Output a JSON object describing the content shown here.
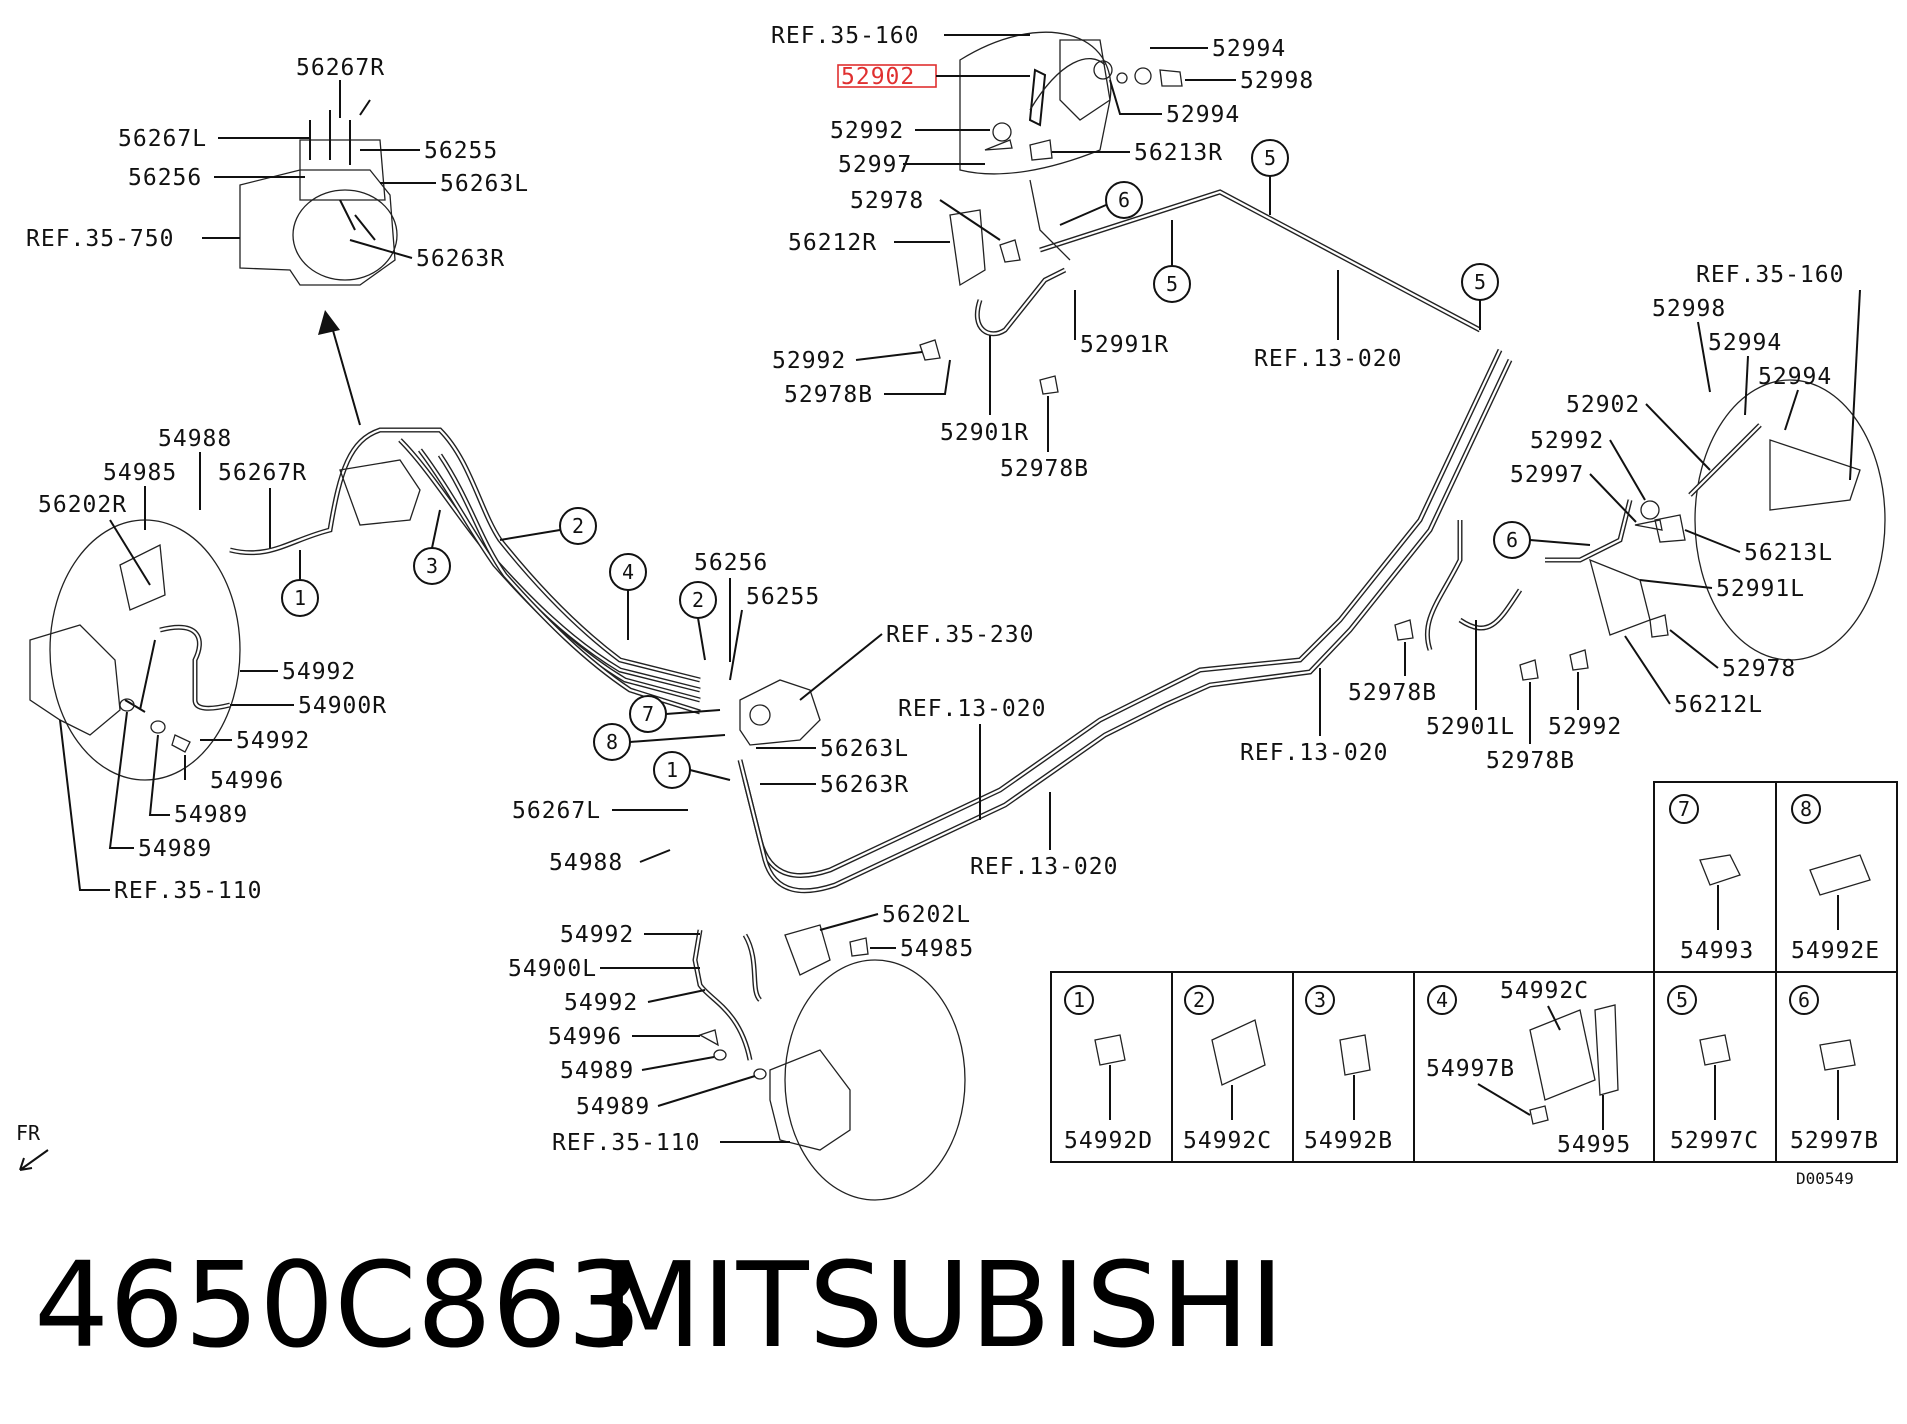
{
  "diagram_code": "D00549",
  "footer": {
    "part_number": "4650C863",
    "brand": "MITSUBISHI"
  },
  "direction_label": "FR",
  "highlighted_part": "52902",
  "labels": {
    "abs_56267R": "56267R",
    "abs_56267L": "56267L",
    "abs_56255": "56255",
    "abs_56256": "56256",
    "abs_56263L": "56263L",
    "abs_ref_35_750": "REF.35-750",
    "abs_56263R": "56263R",
    "tr_ref_35_160": "REF.35-160",
    "tr_52994_a": "52994",
    "tr_52902": "52902",
    "tr_52998": "52998",
    "tr_52994_b": "52994",
    "tr_52992_a": "52992",
    "tr_52997": "52997",
    "tr_56213R": "56213R",
    "tr_52978": "52978",
    "tr_56212R": "56212R",
    "tr_52992_b": "52992",
    "tr_52991R": "52991R",
    "tr_52978B_a": "52978B",
    "tr_52901R": "52901R",
    "tr_52978B_b": "52978B",
    "mid_ref_13_020_a": "REF.13-020",
    "rr_ref_35_160": "REF.35-160",
    "rr_52998": "52998",
    "rr_52994_a": "52994",
    "rr_52994_b": "52994",
    "rr_52902": "52902",
    "rr_52992": "52992",
    "rr_52997": "52997",
    "rr_56213L": "56213L",
    "rr_52991L": "52991L",
    "rr_52978": "52978",
    "rr_52978B_a": "52978B",
    "rr_52901L": "52901L",
    "rr_52992_b": "52992",
    "rr_56212L": "56212L",
    "rr_52978B_b": "52978B",
    "fl_54988": "54988",
    "fl_54985": "54985",
    "fl_56267R": "56267R",
    "fl_56202R": "56202R",
    "fl_54992_a": "54992",
    "fl_54900R": "54900R",
    "fl_54992_b": "54992",
    "fl_54996": "54996",
    "fl_54989_a": "54989",
    "fl_54989_b": "54989",
    "fl_ref_35_110": "REF.35-110",
    "c_56256": "56256",
    "c_56255": "56255",
    "c_ref_35_230": "REF.35-230",
    "c_ref_13_020": "REF.13-020",
    "c_56263L": "56263L",
    "c_56263R": "56263R",
    "c_56267L": "56267L",
    "c_54988": "54988",
    "c_ref_13_020_b": "REF.13-020",
    "r_ref_13_020": "REF.13-020",
    "fr_56202L": "56202L",
    "fr_54992_a": "54992",
    "fr_54985": "54985",
    "fr_54900L": "54900L",
    "fr_54992_b": "54992",
    "fr_54996": "54996",
    "fr_54989_a": "54989",
    "fr_54989_b": "54989",
    "fr_ref_35_110": "REF.35-110"
  },
  "callouts": {
    "c1_a": "1",
    "c1_b": "1",
    "c2_a": "2",
    "c2_b": "2",
    "c3": "3",
    "c4": "4",
    "c5_a": "5",
    "c5_b": "5",
    "c5_c": "5",
    "c6_a": "6",
    "c6_b": "6",
    "c7": "7",
    "c8": "8"
  },
  "legend": [
    {
      "number": "1",
      "part": "54992D"
    },
    {
      "number": "2",
      "part": "54992C"
    },
    {
      "number": "3",
      "part": "54992B"
    },
    {
      "number": "4",
      "parts": [
        "54992C",
        "54997B",
        "54995"
      ]
    },
    {
      "number": "5",
      "part": "52997C"
    },
    {
      "number": "6",
      "part": "52997B"
    },
    {
      "number": "7",
      "part": "54993"
    },
    {
      "number": "8",
      "part": "54992E"
    }
  ]
}
